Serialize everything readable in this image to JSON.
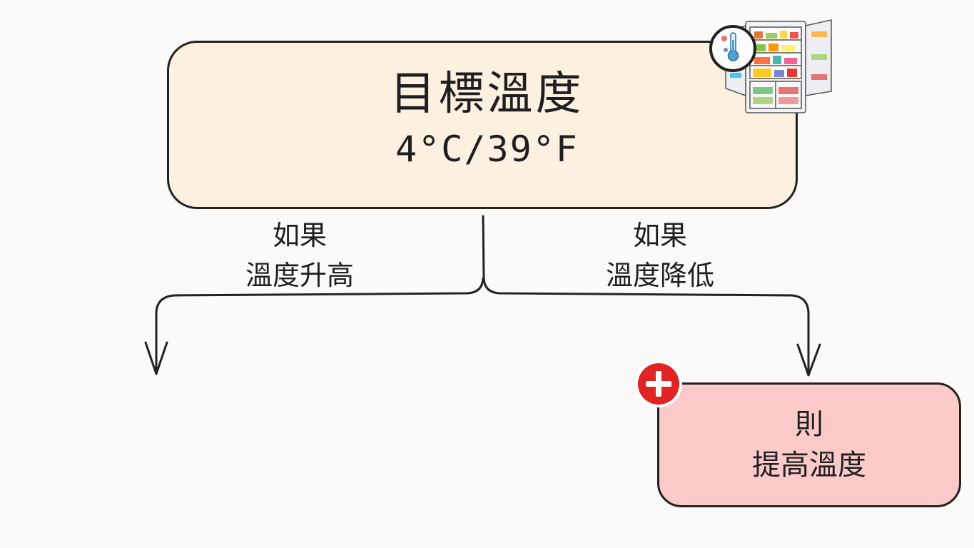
{
  "target": {
    "title": "目標溫度",
    "value": "4°C/39°F"
  },
  "branches": [
    {
      "line1": "如果",
      "line2": "溫度升高"
    },
    {
      "line1": "如果",
      "line2": "溫度降低"
    }
  ],
  "action": {
    "line1": "則",
    "line2": "提高溫度"
  },
  "icons": {
    "corner": "refrigerator-thermometer-icon",
    "badge": "plus-icon"
  },
  "colors": {
    "target_fill": "#fcf0e1",
    "action_fill": "#fdcaca",
    "badge_red": "#e02424",
    "stroke": "#222222"
  }
}
